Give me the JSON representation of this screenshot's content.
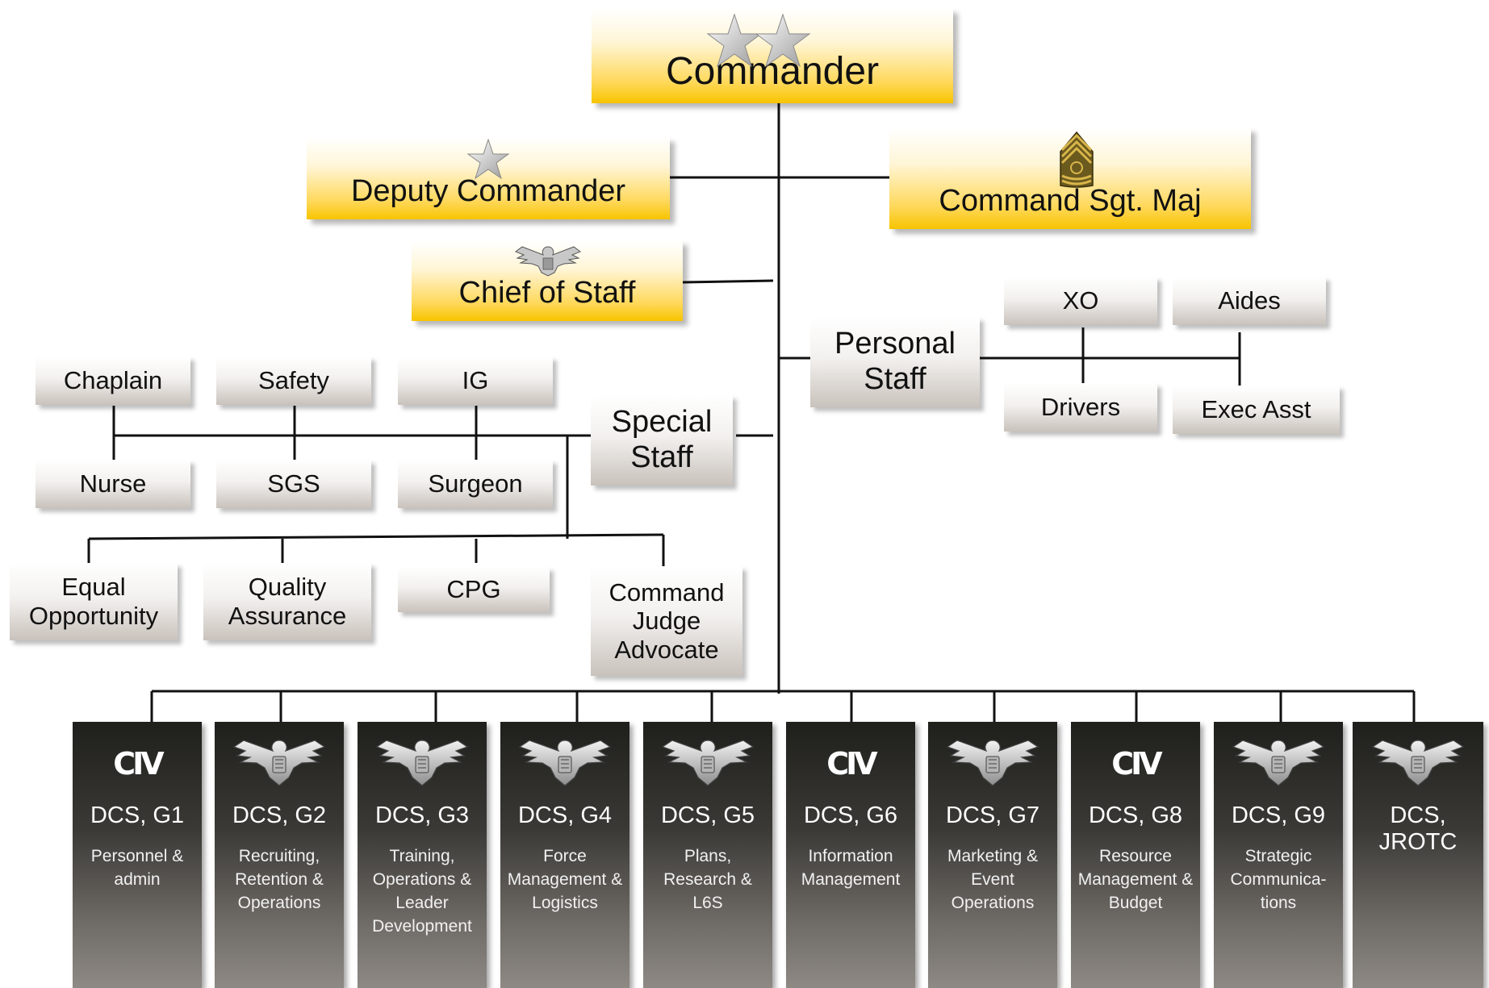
{
  "command": {
    "commander": "Commander",
    "deputy_commander": "Deputy Commander",
    "command_sgt_maj": "Command Sgt. Maj",
    "chief_of_staff": "Chief of Staff"
  },
  "personal_staff": {
    "label": "Personal Staff",
    "members": [
      "XO",
      "Aides",
      "Drivers",
      "Exec Asst"
    ]
  },
  "special_staff": {
    "label": "Special Staff",
    "members": [
      "Chaplain",
      "Safety",
      "IG",
      "Nurse",
      "SGS",
      "Surgeon",
      "Equal Opportunity",
      "Quality Assurance",
      "CPG",
      "Command Judge Advocate"
    ]
  },
  "dcs": [
    {
      "insignia": "CIV",
      "title": "DCS, G1",
      "desc": "Personnel & admin"
    },
    {
      "insignia": "eagle",
      "title": "DCS, G2",
      "desc": "Recruiting, Retention & Operations"
    },
    {
      "insignia": "eagle",
      "title": "DCS, G3",
      "desc": "Training, Operations & Leader Development"
    },
    {
      "insignia": "eagle",
      "title": "DCS, G4",
      "desc": "Force Management & Logistics"
    },
    {
      "insignia": "eagle",
      "title": "DCS, G5",
      "desc": "Plans, Research & L6S"
    },
    {
      "insignia": "CIV",
      "title": "DCS, G6",
      "desc": "Information Management"
    },
    {
      "insignia": "eagle",
      "title": "DCS, G7",
      "desc": "Marketing & Event Operations"
    },
    {
      "insignia": "CIV",
      "title": "DCS, G8",
      "desc": "Resource Management & Budget"
    },
    {
      "insignia": "eagle",
      "title": "DCS, G9",
      "desc": "Strategic Communica-tions"
    },
    {
      "insignia": "eagle",
      "title": "DCS, JROTC",
      "desc": ""
    }
  ],
  "icons": {
    "commander": "two-star-icon",
    "deputy": "one-star-icon",
    "csm": "command-sergeant-major-chevron-icon",
    "chief": "colonel-eagle-icon"
  },
  "colors": {
    "gold": "#f7c400",
    "connector": "#111111",
    "dcs_dark": "#1f1f1c"
  }
}
